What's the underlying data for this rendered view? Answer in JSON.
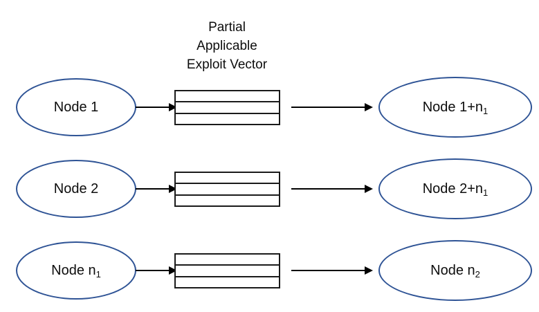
{
  "diagram": {
    "title_caption": {
      "lines": [
        "Partial",
        "Applicable",
        "Exploit Vector"
      ]
    },
    "colors": {
      "ellipse_stroke": "#2E5395",
      "box_stroke": "#1A1A1A",
      "arrow": "#000000",
      "background": "#FFFFFF",
      "text": "#0D0D0D"
    },
    "vector_box": {
      "cell_count": 3,
      "icon": "stacked-rows-box"
    },
    "rows": [
      {
        "source": {
          "text": "Node 1",
          "base": "Node 1",
          "sub": ""
        },
        "vector": {
          "name": "partial-applicable-exploit-vector"
        },
        "target": {
          "text": "Node 1+n1",
          "base": "Node 1+n",
          "sub": "1"
        },
        "arrow_in": "arrow-right",
        "arrow_out": "arrow-right"
      },
      {
        "source": {
          "text": "Node 2",
          "base": "Node 2",
          "sub": ""
        },
        "vector": {
          "name": "partial-applicable-exploit-vector"
        },
        "target": {
          "text": "Node 2+n1",
          "base": "Node 2+n",
          "sub": "1"
        },
        "arrow_in": "arrow-right",
        "arrow_out": "arrow-right"
      },
      {
        "source": {
          "text": "Node n1",
          "base": "Node n",
          "sub": "1"
        },
        "vector": {
          "name": "partial-applicable-exploit-vector"
        },
        "target": {
          "text": "Node n2",
          "base": "Node n",
          "sub": "2"
        },
        "arrow_in": "arrow-right",
        "arrow_out": "arrow-right"
      }
    ]
  }
}
